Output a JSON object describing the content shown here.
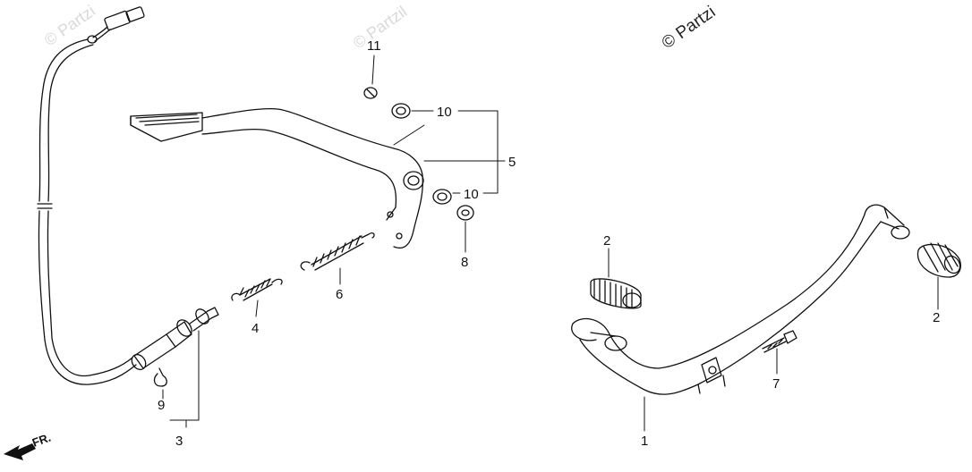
{
  "watermark": {
    "text": "© Partzilla",
    "visible_fragment_left": "© Partzi",
    "visible_fragment_top": "© Partzil",
    "visible_fragment_right": "© Partzi"
  },
  "direction_marker": {
    "label": "FR."
  },
  "callouts": {
    "p1": "1",
    "p2a": "2",
    "p2b": "2",
    "p3": "3",
    "p4": "4",
    "p5": "5",
    "p6": "6",
    "p7": "7",
    "p8": "8",
    "p9": "9",
    "p10a": "10",
    "p10b": "10",
    "p11": "11"
  },
  "colors": {
    "line": "#111111",
    "watermark": "#d9d9d9"
  }
}
